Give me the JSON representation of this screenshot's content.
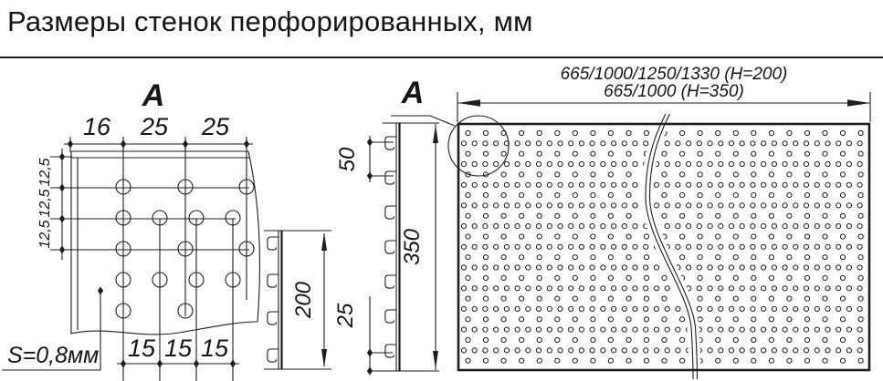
{
  "title": "Размеры стенок перфорированных, мм",
  "detail": {
    "label": "A",
    "top_dims": [
      "16",
      "25",
      "25"
    ],
    "row_dims": [
      "12,5",
      "12,5",
      "12,5"
    ],
    "bottom_dims": [
      "15",
      "15",
      "15"
    ],
    "thickness_note": "S=0,8мм"
  },
  "profiles": {
    "h200": {
      "height": "200"
    },
    "h350": {
      "label": "A",
      "hook_pitch": "50",
      "height": "350",
      "bottom_offset": "25"
    }
  },
  "panel": {
    "length_options_h200": "665/1000/1250/1330 (H=200)",
    "length_options_h350": "665/1000 (H=350)"
  },
  "colors": {
    "line": "#1e1e1e",
    "background": "#ffffff"
  }
}
